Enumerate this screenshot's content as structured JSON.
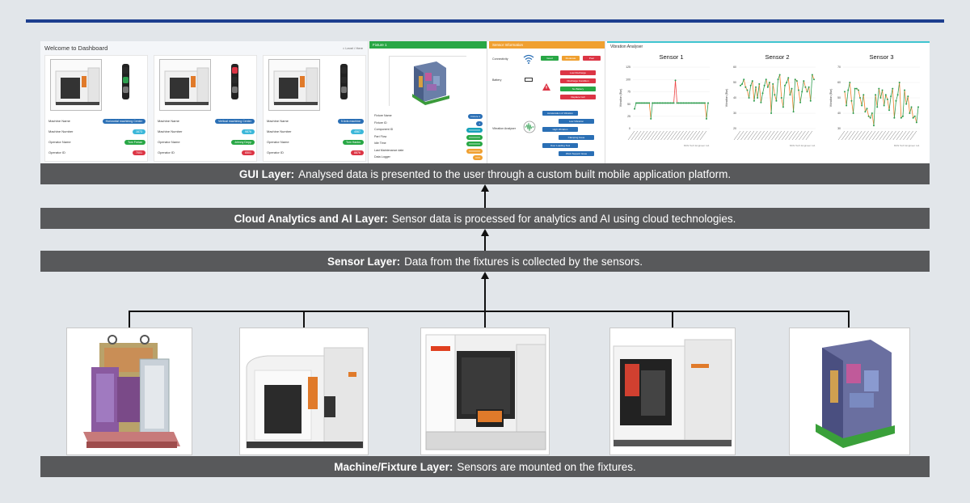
{
  "layers": {
    "gui": {
      "bold": "GUI Layer:",
      "text": "Analysed data is presented to the user through a custom built mobile application platform."
    },
    "cloud": {
      "bold": "Cloud Analytics and AI Layer:",
      "text": "Sensor data is processed for analytics and AI using cloud technologies."
    },
    "sensor": {
      "bold": "Sensor Layer:",
      "text": "Data from the fixtures is collected by the sensors."
    },
    "machine": {
      "bold": "Machine/Fixture Layer:",
      "text": "Sensors are mounted on the fixtures."
    }
  },
  "dashboard": {
    "title": "Welcome to Dashboard",
    "breadcrumb": "⌂ Level / Here",
    "labels": {
      "machine_name": "Machine Name",
      "machine_number": "Machine Number",
      "operator_name": "Operator Name",
      "operator_id": "Operator ID"
    },
    "machines": [
      {
        "name": "Horizontal machining Center",
        "number": "1673",
        "operator": "Tom Freian",
        "operator_id": "7001"
      },
      {
        "name": "Vertical machining Center",
        "number": "9876",
        "operator": "Johnny Depp",
        "operator_id": "6501"
      },
      {
        "name": "5 Axis machine",
        "number": "4567",
        "operator": "Tom Hanks",
        "operator_id": "8876"
      }
    ],
    "badge_colors": {
      "name": "#2a6fb5",
      "number": "#3bb7d9",
      "operator": "#28a745",
      "id": "#dc3545"
    }
  },
  "fixture_panel": {
    "title": "Fixture 1",
    "rows": [
      {
        "label": "Fixture Name",
        "value": "Fixture 1"
      },
      {
        "label": "Fixture ID",
        "value": "1"
      },
      {
        "label": "Component ID",
        "value": "XXXXXXX"
      },
      {
        "label": "Part Flow",
        "value": "XXXXXXX"
      },
      {
        "label": "Idle Time",
        "value": "XXXXXXX"
      },
      {
        "label": "Last Maintenance date",
        "value": "XXXXXXX"
      },
      {
        "label": "Data Logger",
        "value": "XXX"
      }
    ]
  },
  "sensor_panel": {
    "title": "Sensor Information",
    "connectivity_label": "Connectivity",
    "battery_label": "Battery",
    "vibration_label": "Vibration Analyser",
    "connectivity_buttons": [
      {
        "label": "Good",
        "color": "#28a745"
      },
      {
        "label": "Moderate",
        "color": "#f0a030"
      },
      {
        "label": "Poor",
        "color": "#dc3545"
      }
    ],
    "battery_buttons": [
      {
        "label": "Low Discharge",
        "color": "#dc3545"
      },
      {
        "label": "Discharge Condition",
        "color": "#dc3545"
      },
      {
        "label": "No Battery",
        "color": "#28a745"
      },
      {
        "label": "Replace Cell",
        "color": "#dc3545"
      }
    ],
    "vibration_buttons": [
      {
        "label": "Acceleration & Vibration",
        "color": "#2a6fb5"
      },
      {
        "label": "Low Vibration",
        "color": "#2a6fb5"
      },
      {
        "label": "High Vibration",
        "color": "#2a6fb5"
      },
      {
        "label": "Clamping Issue",
        "color": "#2a6fb5"
      },
      {
        "label": "Over Loading Tool",
        "color": "#2a6fb5"
      },
      {
        "label": "Work Support Issue",
        "color": "#2a6fb5"
      }
    ]
  },
  "vibration": {
    "title": "Vibration Analyser",
    "ylabel": "Vibration (Bar)",
    "footer": "Mithi Tech Engineer Ltd."
  },
  "chart_data": [
    {
      "type": "line",
      "title": "Sensor 1",
      "ylabel": "Vibration (Bar)",
      "ylim": [
        0,
        125
      ],
      "yticks": [
        0,
        25,
        50,
        75,
        100,
        125
      ],
      "series": [
        {
          "values": [
            40,
            52,
            52,
            52,
            52,
            52,
            52,
            52,
            52,
            52,
            20,
            52,
            52,
            52,
            52,
            52,
            52,
            52,
            52,
            52,
            52,
            52,
            52,
            52,
            52,
            98,
            52,
            52,
            52,
            52,
            52,
            52,
            52,
            52,
            52,
            52,
            52,
            52,
            52,
            52,
            52,
            52,
            52,
            52,
            20,
            52
          ]
        }
      ]
    },
    {
      "type": "line",
      "title": "Sensor 2",
      "ylabel": "Vibration (Bar)",
      "ylim": [
        20,
        60
      ],
      "yticks": [
        20,
        30,
        40,
        50,
        60
      ],
      "series": [
        {
          "values": [
            48,
            49,
            52,
            47,
            45,
            40,
            48,
            51,
            38,
            47,
            40,
            49,
            37,
            43,
            48,
            52,
            47,
            50,
            30,
            49,
            42,
            38,
            52,
            55,
            40,
            34,
            48,
            50,
            53,
            42,
            46,
            31,
            52,
            51,
            45,
            37,
            44,
            51,
            47,
            44,
            47,
            38,
            55,
            52
          ]
        }
      ]
    },
    {
      "type": "line",
      "title": "Sensor 3",
      "ylabel": "Vibration (Bar)",
      "ylim": [
        30,
        70
      ],
      "yticks": [
        30,
        40,
        50,
        60,
        70
      ],
      "series": [
        {
          "values": [
            54,
            45,
            55,
            60,
            48,
            40,
            56,
            56,
            55,
            50,
            45,
            52,
            41,
            43,
            38,
            37,
            40,
            32,
            52,
            44,
            56,
            50,
            55,
            45,
            52,
            49,
            42,
            51,
            56,
            37,
            48,
            52,
            60,
            37,
            38,
            55,
            46,
            51,
            40,
            44,
            37,
            38,
            34,
            44
          ]
        }
      ]
    }
  ],
  "colors": {
    "bar_gray": "#58595b",
    "topline": "#1d3f8f",
    "line_green": "#2e9e4f",
    "line_orange": "#ef7d25",
    "line_red": "#e44"
  }
}
